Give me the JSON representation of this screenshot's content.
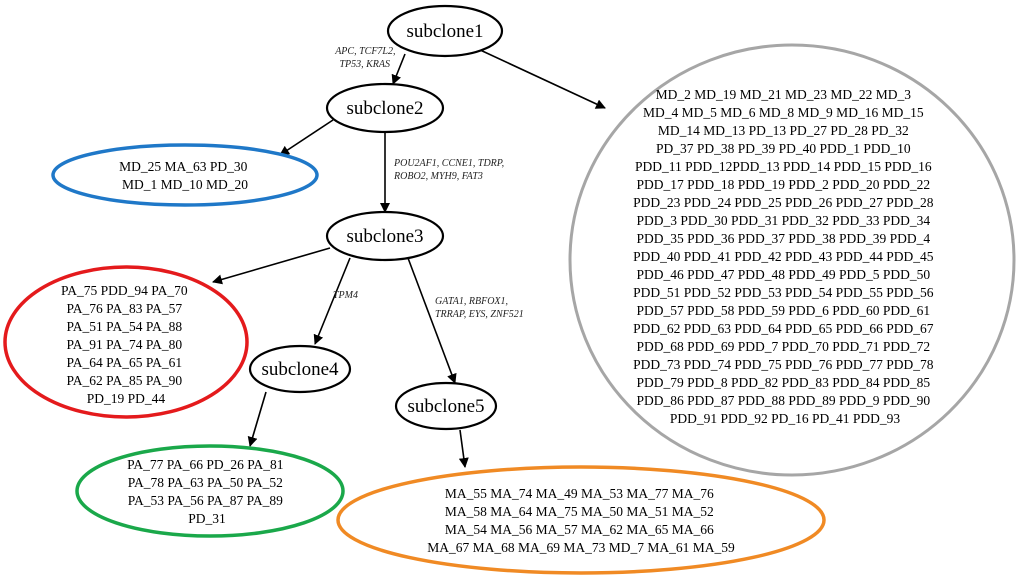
{
  "colors": {
    "edge": "#000000",
    "subclone_outline": "#000000",
    "blue": "#1f78c8",
    "red": "#e41a1c",
    "green": "#1aa84a",
    "orange": "#f08a24",
    "gray": "#a6a6a6"
  },
  "nodes": {
    "subclone1": "subclone1",
    "subclone2": "subclone2",
    "subclone3": "subclone3",
    "subclone4": "subclone4",
    "subclone5": "subclone5"
  },
  "edge_labels": {
    "e1_2": [
      "APC, TCF7L2,",
      "TP53, KRAS"
    ],
    "e2_3": [
      "POU2AF1, CCNE1, TDRP,",
      "ROBO2, MYH9, FAT3"
    ],
    "e3_4": [
      "TPM4"
    ],
    "e3_5": [
      "GATA1, RBFOX1,",
      "TRRAP, EYS, ZNF521"
    ]
  },
  "groups": {
    "blue": [
      "MD_25 MA_63 PD_30",
      "MD_1 MD_10 MD_20"
    ],
    "red": [
      "PA_75 PDD_94 PA_70",
      "PA_76 PA_83 PA_57",
      "PA_51 PA_54 PA_88",
      "PA_91 PA_74 PA_80",
      "PA_64 PA_65 PA_61",
      "PA_62 PA_85 PA_90",
      "PD_19 PD_44"
    ],
    "green": [
      "PA_77 PA_66 PD_26 PA_81",
      "PA_78 PA_63 PA_50 PA_52",
      "PA_53 PA_56 PA_87 PA_89",
      "PD_31"
    ],
    "orange": [
      "MA_55 MA_74 MA_49 MA_53 MA_77 MA_76",
      "MA_58 MA_64 MA_75 MA_50 MA_51 MA_52",
      "MA_54 MA_56 MA_57 MA_62 MA_65 MA_66",
      "MA_67 MA_68 MA_69 MA_73 MD_7 MA_61 MA_59"
    ],
    "gray": [
      "MD_2 MD_19 MD_21 MD_23 MD_22 MD_3",
      "MD_4 MD_5 MD_6 MD_8 MD_9 MD_16 MD_15",
      "MD_14 MD_13 PD_13 PD_27 PD_28 PD_32",
      "PD_37 PD_38 PD_39 PD_40 PDD_1 PDD_10",
      "PDD_11 PDD_12PDD_13 PDD_14 PDD_15 PDD_16",
      "PDD_17 PDD_18 PDD_19 PDD_2 PDD_20 PDD_22",
      "PDD_23 PDD_24  PDD_25 PDD_26 PDD_27 PDD_28",
      "PDD_3 PDD_30 PDD_31 PDD_32 PDD_33 PDD_34",
      "PDD_35 PDD_36 PDD_37 PDD_38 PDD_39 PDD_4",
      "PDD_40 PDD_41 PDD_42 PDD_43 PDD_44 PDD_45",
      "PDD_46 PDD_47 PDD_48 PDD_49 PDD_5 PDD_50",
      "PDD_51 PDD_52 PDD_53 PDD_54 PDD_55 PDD_56",
      "PDD_57 PDD_58 PDD_59 PDD_6 PDD_60 PDD_61",
      "PDD_62 PDD_63 PDD_64 PDD_65 PDD_66 PDD_67",
      "PDD_68 PDD_69 PDD_7 PDD_70 PDD_71 PDD_72",
      "PDD_73 PDD_74 PDD_75 PDD_76 PDD_77 PDD_78",
      "PDD_79 PDD_8 PDD_82 PDD_83 PDD_84 PDD_85",
      "PDD_86 PDD_87 PDD_88 PDD_89 PDD_9 PDD_90",
      "PDD_91 PDD_92 PD_16 PD_41 PDD_93"
    ]
  }
}
